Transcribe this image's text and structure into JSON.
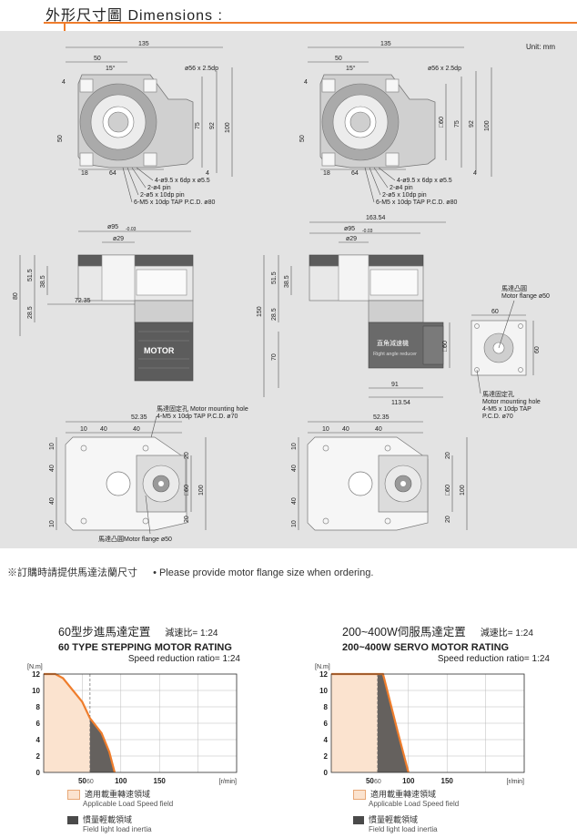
{
  "header": {
    "title": "外形尺寸圖  Dimensions :"
  },
  "unit": "Unit: mm",
  "top_left": {
    "dims": [
      "135",
      "50",
      "15°",
      "ø56 x 2.5dp",
      "4",
      "50",
      "75",
      "92",
      "100",
      "18",
      "64",
      "4"
    ],
    "callouts": [
      "4-ø9.5 x 6dp x ø5.5",
      "2-ø4 pin",
      "2-ø5 x 10dp pin",
      "6-M5 x 10dp TAP P.C.D. ø80"
    ]
  },
  "top_right": {
    "dims": [
      "135",
      "50",
      "15°",
      "ø56 x 2.5dp",
      "4",
      "50",
      "□60",
      "75",
      "92",
      "100",
      "18",
      "64",
      "4"
    ],
    "callouts": [
      "4-ø9.5 x 6dp x ø5.5",
      "2-ø4 pin",
      "2-ø5 x 10dp pin",
      "6-M5 x 10dp TAP P.C.D. ø80"
    ]
  },
  "mid_left": {
    "dims": [
      "ø95",
      "-0.03",
      "ø29",
      "80",
      "51.5",
      "38.5",
      "28.5",
      "72.35"
    ],
    "motor_label": "MOTOR"
  },
  "mid_right": {
    "dims": [
      "163.54",
      "ø95",
      "-0.03",
      "ø29",
      "150",
      "51.5",
      "38.5",
      "28.5",
      "70",
      "□60",
      "91",
      "113.54",
      "60",
      "60"
    ],
    "reducer_label": "直角減速機",
    "reducer_label_en": "Right angle reducer",
    "flange_label": "馬達凸圓",
    "flange_label_en": "Motor flange ø50",
    "mount_label": "馬達固定孔",
    "mount_label_en": "Motor mounting hole",
    "mount_spec": "4-M5 x 10dp TAP",
    "mount_pcd": "P.C.D. ø70"
  },
  "bot_left": {
    "dims": [
      "52.35",
      "10",
      "40",
      "40",
      "10",
      "40",
      "40",
      "10",
      "20",
      "□60",
      "100",
      "20"
    ],
    "mount_label": "馬達固定孔 Motor mounting hole",
    "mount_spec": "4-M5 x 10dp TAP P.C.D. ø70",
    "flange_label": "馬達凸圓Motor flange ø50"
  },
  "bot_right": {
    "dims": [
      "52.35",
      "10",
      "40",
      "40",
      "10",
      "40",
      "40",
      "10",
      "20",
      "□60",
      "100",
      "20"
    ]
  },
  "note": {
    "zh": "※訂購時請提供馬達法蘭尺寸",
    "en": "• Please provide motor flange size when ordering."
  },
  "charts_text": [
    {
      "zh": "60型步進馬達定置",
      "ratio": "減速比= 1:24",
      "en": "60 TYPE STEPPING MOTOR RATING",
      "en2": "Speed reduction ratio= 1:24"
    },
    {
      "zh": "200~400W伺服馬達定置",
      "ratio": "減速比= 1:24",
      "en": "200~400W SERVO MOTOR RATING",
      "en2": "Speed reduction ratio= 1:24"
    }
  ],
  "legend": {
    "a_zh": "適用載重轉速領域",
    "a_en": "Applicable Load Speed field",
    "b_zh": "慣量輕載領域",
    "b_en": "Field light load inertia"
  },
  "colors": {
    "accent": "#ef7d2c",
    "panel": "#e3e3e3",
    "apply_fill": "#fbe3cf",
    "dark_fill": "#4a4a4a"
  },
  "chart_data": [
    {
      "type": "line",
      "title": "60 TYPE STEPPING MOTOR RATING",
      "ylabel": "[N.m]",
      "xlabel": "[r/min]",
      "xlim": [
        0,
        250
      ],
      "ylim": [
        0,
        12
      ],
      "x_ticks": [
        "50",
        "60",
        "100",
        "150"
      ],
      "y_ticks": [
        "0",
        "2",
        "4",
        "6",
        "8",
        "10",
        "12"
      ],
      "series": [
        {
          "x": [
            0,
            15,
            25,
            50,
            60,
            75,
            85,
            92
          ],
          "y": [
            12,
            12,
            11.5,
            8.6,
            6.6,
            4.8,
            2.5,
            0
          ]
        }
      ],
      "dashed_x": 60
    },
    {
      "type": "line",
      "title": "200~400W SERVO MOTOR RATING",
      "ylabel": "[N.m]",
      "xlabel": "[r/min]",
      "xlim": [
        0,
        250
      ],
      "ylim": [
        0,
        12
      ],
      "x_ticks": [
        "50",
        "60",
        "100",
        "150"
      ],
      "y_ticks": [
        "0",
        "2",
        "4",
        "6",
        "8",
        "10",
        "12"
      ],
      "series": [
        {
          "x": [
            0,
            67,
            69,
            86,
            100
          ],
          "y": [
            12,
            12,
            11.3,
            5,
            0
          ]
        }
      ],
      "dashed_x": 60
    }
  ]
}
